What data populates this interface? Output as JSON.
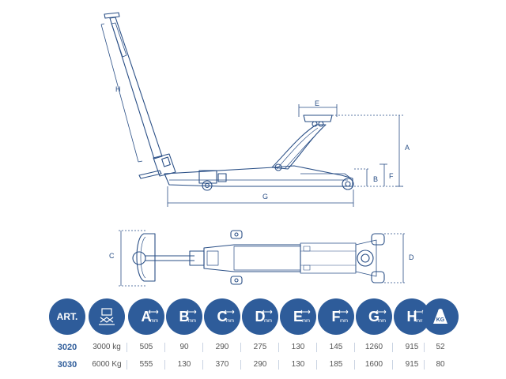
{
  "labels": {
    "h": "H",
    "e": "E",
    "a": "A",
    "b": "B",
    "f": "F",
    "g": "G",
    "c": "C",
    "d": "D"
  },
  "headers": {
    "art": "ART.",
    "a": "A",
    "b": "B",
    "c": "C",
    "d": "D",
    "e": "E",
    "f": "F",
    "g": "G",
    "h": "H",
    "mm": "mm",
    "kg": "KG"
  },
  "colors": {
    "brand": "#2e5c9a",
    "line": "#2a4f86"
  },
  "icons": [
    "jack-capacity-icon",
    "weight-icon"
  ],
  "rows": [
    {
      "art": "3020",
      "capacity": "3000 kg",
      "a": "505",
      "b": "90",
      "c": "290",
      "d": "275",
      "e": "130",
      "f": "145",
      "g": "1260",
      "h": "915",
      "kg": "52"
    },
    {
      "art": "3030",
      "capacity": "6000 Kg",
      "a": "555",
      "b": "130",
      "c": "370",
      "d": "290",
      "e": "130",
      "f": "185",
      "g": "1600",
      "h": "915",
      "kg": "80"
    }
  ]
}
